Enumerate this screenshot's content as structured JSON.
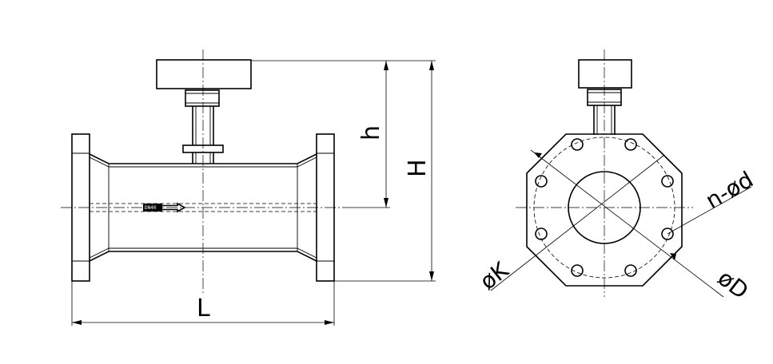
{
  "labels": {
    "length": "L",
    "height_total": "H",
    "height_axis": "h",
    "bolt_holes": "n-ød",
    "bolt_circle": "øK",
    "flange_diameter": "øD"
  }
}
